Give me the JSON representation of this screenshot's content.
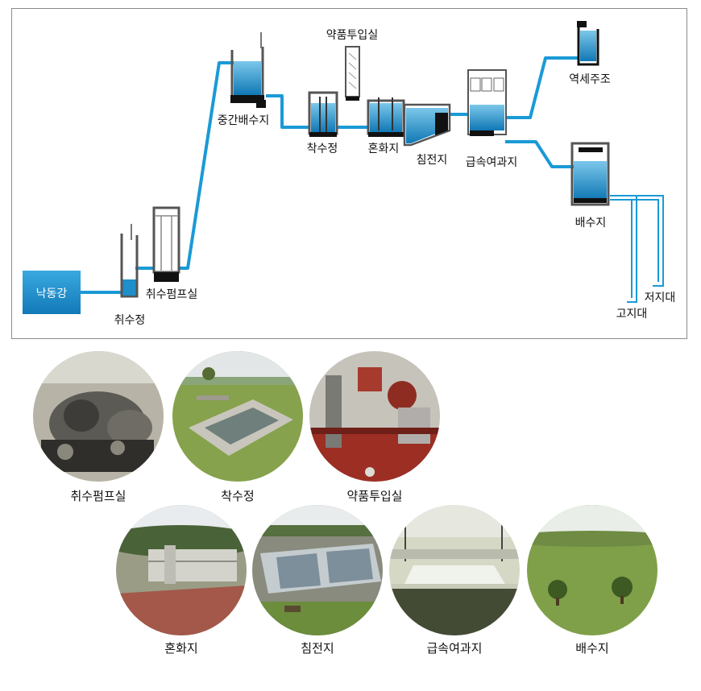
{
  "labels": {
    "river": "낙동강",
    "intake_well": "취수정",
    "intake_pump": "취수펌프실",
    "mid_reservoir": "중간배수지",
    "receiving_well": "착수정",
    "chemical_room": "약품투입실",
    "mixing": "혼화지",
    "settling": "침전지",
    "filter": "급속여과지",
    "backwash": "역세주조",
    "distribution": "배수지",
    "low_tank": "저지대",
    "high_tank": "고지대"
  },
  "photos": [
    {
      "caption": "취수펌프실",
      "icon": "pump-room-photo"
    },
    {
      "caption": "착수정",
      "icon": "receiving-well-photo"
    },
    {
      "caption": "약품투입실",
      "icon": "chemical-room-photo"
    },
    {
      "caption": "혼화지",
      "icon": "mixing-basin-photo"
    },
    {
      "caption": "침전지",
      "icon": "settling-basin-photo"
    },
    {
      "caption": "급속여과지",
      "icon": "filter-building-photo"
    },
    {
      "caption": "배수지",
      "icon": "reservoir-field-photo"
    }
  ],
  "colors": {
    "pipe": "#1a9ad6",
    "water": "#1e8fc9",
    "tank_outline": "#555555",
    "river_box": "#1a8fd0"
  }
}
